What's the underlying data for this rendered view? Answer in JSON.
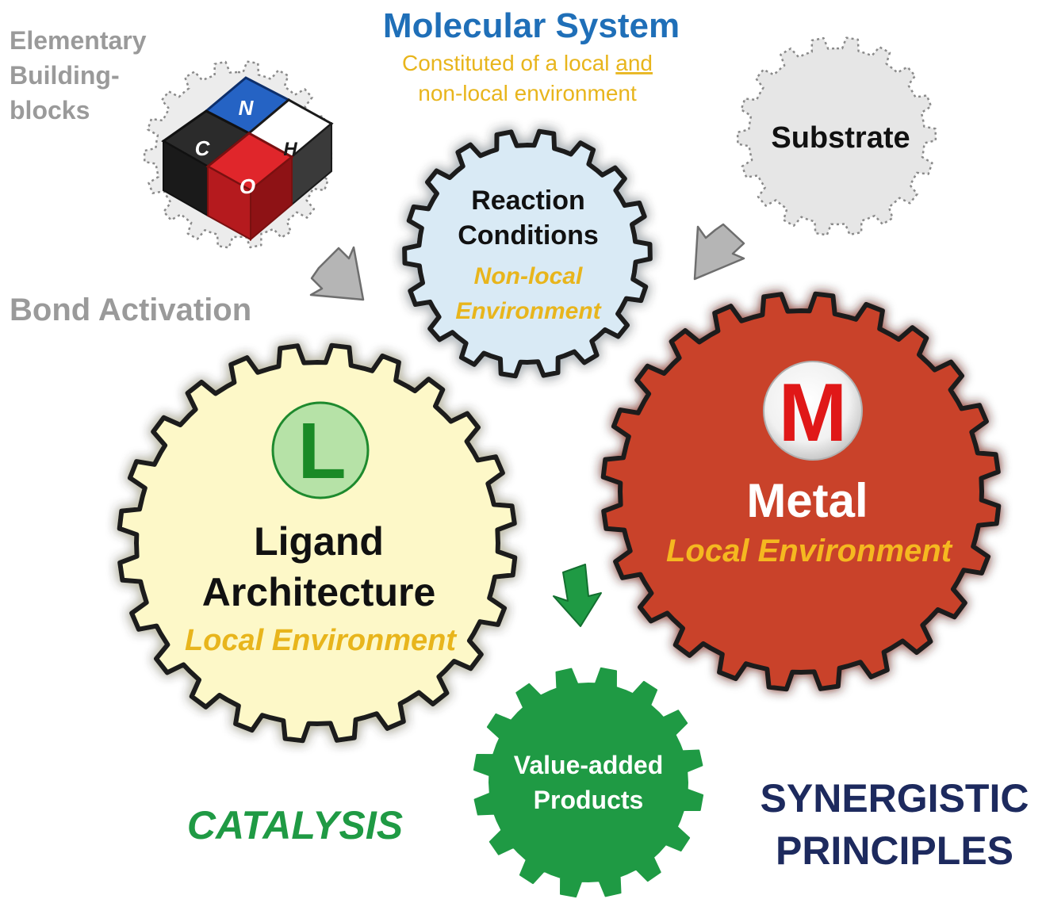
{
  "header": {
    "title": "Molecular System",
    "subtitle_line1": "Constituted of a local ",
    "subtitle_and": "and",
    "subtitle_line2": "non-local environment"
  },
  "elementary": {
    "line1": "Elementary",
    "line2": "Building-",
    "line3": "blocks",
    "pieces": {
      "n": "N",
      "c": "C",
      "h": "H",
      "o": "O"
    }
  },
  "bond_activation": "Bond Activation",
  "substrate": "Substrate",
  "reaction_conditions": {
    "line1": "Reaction",
    "line2": "Conditions",
    "sub1": "Non-local",
    "sub2": "Environment"
  },
  "ligand": {
    "badge": "L",
    "line1": "Ligand",
    "line2": "Architecture",
    "sub": "Local Environment"
  },
  "metal": {
    "badge": "M",
    "line1": "Metal",
    "sub": "Local Environment"
  },
  "products": {
    "line1": "Value-added",
    "line2": "Products"
  },
  "catalysis": "CATALYSIS",
  "synergistic": {
    "line1": "SYNERGISTIC",
    "line2": "PRINCIPLES"
  },
  "colors": {
    "title_blue": "#1f6fb8",
    "gold": "#e8b51c",
    "grey_text": "#9a9a9a",
    "ligand_fill": "#fdf8c8",
    "reaction_fill": "#d9eaf5",
    "metal_fill": "#c9432b",
    "products_fill": "#1f9a44",
    "substrate_fill": "#e6e6e6",
    "catalysis_green": "#1f9a44",
    "navy": "#1d2a5e"
  },
  "icons": [
    "gear-icon",
    "puzzle-icon",
    "arrow-icon"
  ]
}
